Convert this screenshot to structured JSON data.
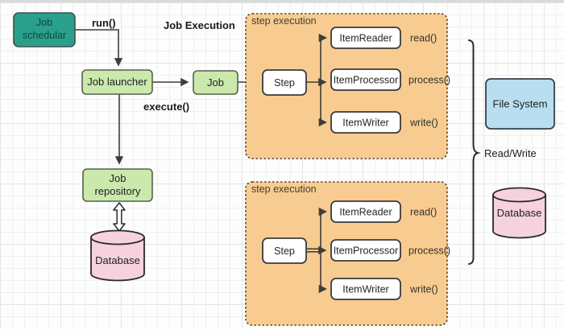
{
  "colors": {
    "teal_node": "#2aa08c",
    "green_node": "#cbe8ad",
    "panel_orange": "#f8cc90",
    "blue_node": "#b8def0",
    "pink_node": "#f6d2de",
    "edge": "#3d3d3d"
  },
  "labels": {
    "job_execution": "Job Execution",
    "run": "run()",
    "execute": "execute()",
    "read_write": "Read/Write"
  },
  "nodes": {
    "scheduler_line1": "Job",
    "scheduler_line2": "schedular",
    "launcher": "Job launcher",
    "job": "Job",
    "repository_line1": "Job",
    "repository_line2": "repository",
    "database_left": "Database",
    "file_system": "File System",
    "database_right": "Database"
  },
  "panels": [
    {
      "title": "step execution",
      "step": "Step",
      "reader": "ItemReader",
      "reader_method": "read()",
      "processor": "ItemProcessor",
      "processor_method": "process()",
      "writer": "ItemWriter",
      "writer_method": "write()"
    },
    {
      "title": "step execution",
      "step": "Step",
      "reader": "ItemReader",
      "reader_method": "read()",
      "processor": "ItemProcessor",
      "processor_method": "process()",
      "writer": "ItemWriter",
      "writer_method": "write()"
    }
  ]
}
